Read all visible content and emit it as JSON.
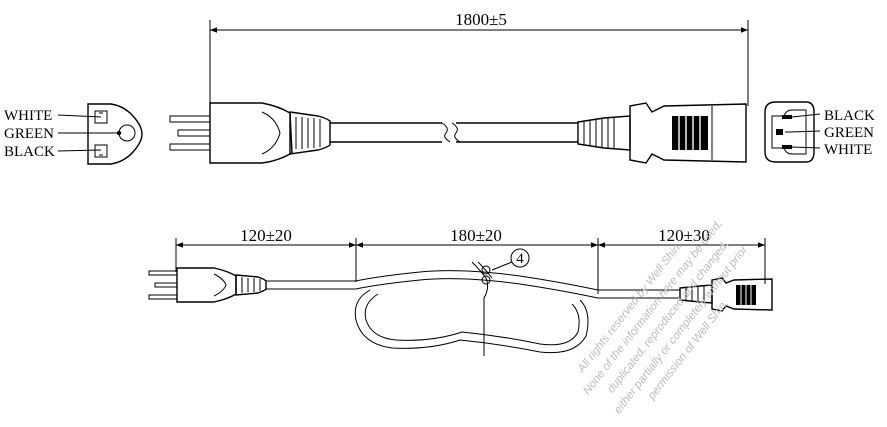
{
  "dimensions": {
    "total_length": "1800±5",
    "plug_end_length": "120±20",
    "coil_length": "180±20",
    "connector_end_length": "120±30"
  },
  "callout": {
    "number": "4"
  },
  "plug_face": {
    "pin_labels": [
      "WHITE",
      "GREEN",
      "BLACK"
    ]
  },
  "connector_face": {
    "pin_labels": [
      "BLACK",
      "GREEN",
      "WHITE"
    ]
  },
  "watermark": {
    "lines": [
      "All rights reserved by Well Shin.",
      "None of the information here may be used,",
      "duplicated, reproduced and changed,",
      "either partially or completely without prior",
      "permission of Well Shin."
    ]
  }
}
